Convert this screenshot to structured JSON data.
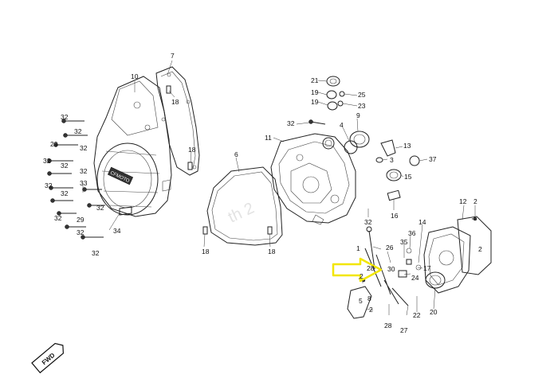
{
  "labels": {
    "p1": "1",
    "p2a": "2",
    "p2b": "2",
    "p2c": "2",
    "p2d": "2",
    "p3": "3",
    "p4": "4",
    "p5": "5",
    "p6": "6",
    "p7": "7",
    "p8": "8",
    "p9": "9",
    "p10": "10",
    "p11": "11",
    "p12": "12",
    "p13": "13",
    "p14": "14",
    "p15": "15",
    "p16": "16",
    "p17": "17",
    "p18a": "18",
    "p18b": "18",
    "p18c": "18",
    "p18d": "18",
    "p19a": "19",
    "p19b": "19",
    "p20": "20",
    "p21": "21",
    "p22": "22",
    "p23": "23",
    "p24": "24",
    "p25": "25",
    "p26": "26",
    "p27": "27",
    "p28a": "28",
    "p28b": "28",
    "p29a": "29",
    "p29b": "29",
    "p30": "30",
    "p32a": "32",
    "p32b": "32",
    "p32c": "32",
    "p32d": "32",
    "p32e": "32",
    "p32f": "32",
    "p32g": "32",
    "p32h": "32",
    "p32i": "32",
    "p32j": "32",
    "p33": "33",
    "p34": "34",
    "p35": "35",
    "p36": "36",
    "p37": "37"
  },
  "cover_logo": "CFMOTO",
  "fwd_badge": "FWD",
  "highlight_color": "#f2e600"
}
